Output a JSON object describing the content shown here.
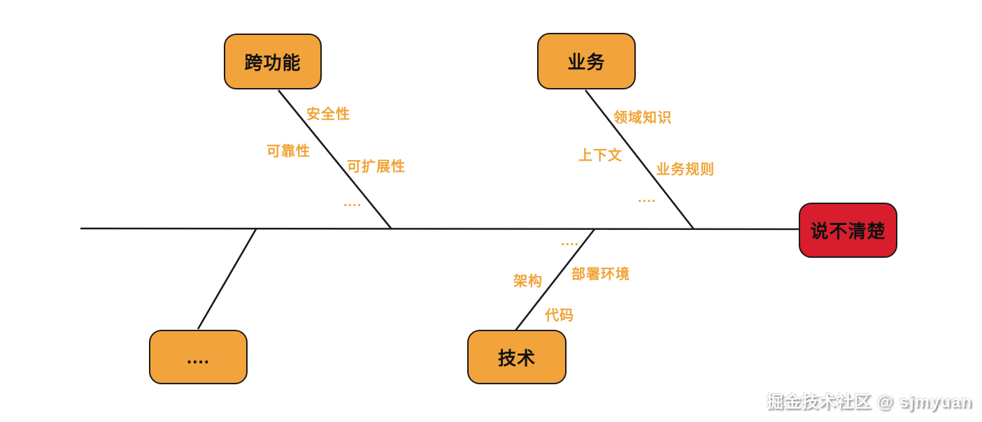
{
  "diagram": {
    "type": "fishbone",
    "head": {
      "label": "说不清楚"
    },
    "branches": [
      {
        "label": "跨功能",
        "causes": [
          "安全性",
          "可靠性",
          "可扩展性",
          "...."
        ]
      },
      {
        "label": "业务",
        "causes": [
          "领域知识",
          "上下文",
          "业务规则",
          "...."
        ]
      },
      {
        "label": "....",
        "causes": []
      },
      {
        "label": "技术",
        "causes": [
          "....",
          "部署环境",
          "架构",
          "代码"
        ]
      }
    ],
    "colors": {
      "category_fill": "#f2a33c",
      "head_fill": "#d81e2c",
      "line": "#1a1a1a",
      "cause_text": "#f0a437"
    },
    "watermark": "掘金技术社区 @ sjmyuan"
  }
}
